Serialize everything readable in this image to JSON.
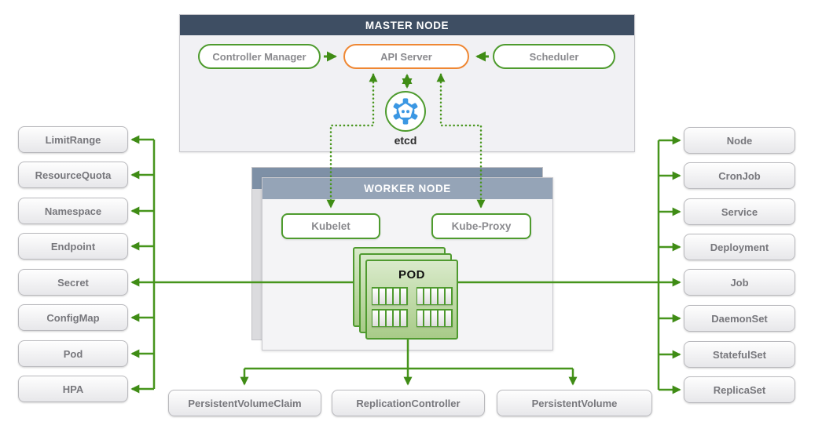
{
  "colors": {
    "line_green": "#47951c",
    "arrow_green": "#3f8c15",
    "pill_green_border": "#4e9b2e",
    "api_orange_border": "#ef8733",
    "master_header_bg": "#3e4e63",
    "worker_header_bg": "#95a4b7",
    "worker_back_header_bg": "#7e90a6",
    "panel_bg": "#f1f1f4",
    "resource_text": "#77777c",
    "resource_border": "#b9b9bd",
    "pod_border": "#4f9a2f",
    "etcd_blue": "#3b97e3",
    "header_text": "#ffffff"
  },
  "master_node": {
    "title": "MASTER NODE",
    "components": [
      {
        "label": "Controller Manager"
      },
      {
        "label": "API Server"
      },
      {
        "label": "Scheduler"
      }
    ],
    "etcd": {
      "label": "etcd",
      "icon": "gear-robot-icon"
    }
  },
  "worker_node": {
    "title": "WORKER NODE",
    "components": [
      {
        "label": "Kubelet"
      },
      {
        "label": "Kube-Proxy"
      }
    ],
    "pod": {
      "label": "POD",
      "icon": "container-grid-icon"
    }
  },
  "left_resources": [
    "LimitRange",
    "ResourceQuota",
    "Namespace",
    "Endpoint",
    "Secret",
    "ConfigMap",
    "Pod",
    "HPA"
  ],
  "right_resources": [
    "Node",
    "CronJob",
    "Service",
    "Deployment",
    "Job",
    "DaemonSet",
    "StatefulSet",
    "ReplicaSet"
  ],
  "bottom_resources": [
    "PersistentVolumeClaim",
    "ReplicationController",
    "PersistentVolume"
  ]
}
